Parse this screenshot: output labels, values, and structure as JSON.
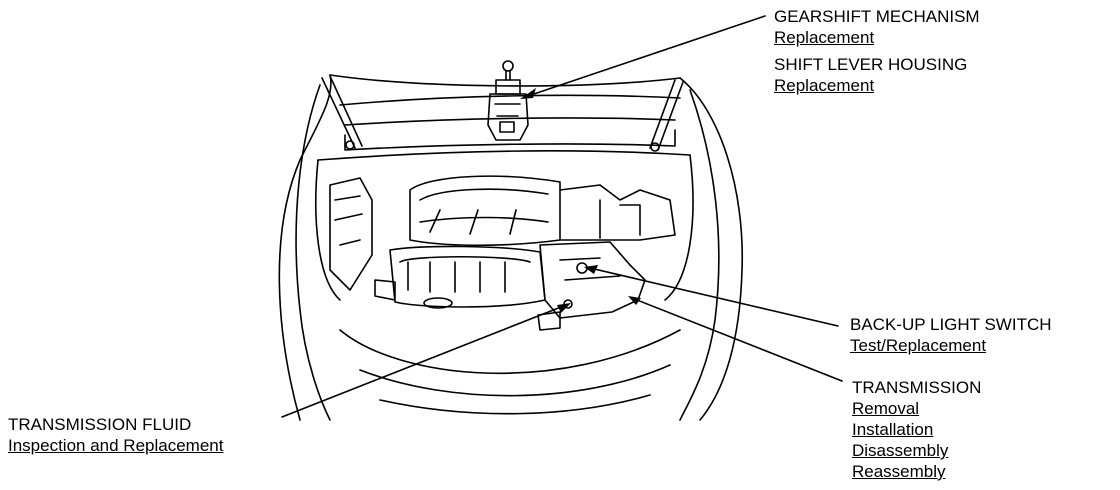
{
  "callouts": {
    "gearshift": {
      "title": "GEARSHIFT MECHANISM",
      "links": [
        "Replacement"
      ]
    },
    "shift_lever": {
      "title": "SHIFT LEVER HOUSING",
      "links": [
        "Replacement"
      ]
    },
    "backup_switch": {
      "title": "BACK-UP LIGHT SWITCH",
      "links": [
        "Test/Replacement"
      ]
    },
    "transmission": {
      "title": "TRANSMISSION",
      "links": [
        "Removal",
        "Installation",
        "Disassembly",
        "Reassembly"
      ]
    },
    "fluid": {
      "title": "TRANSMISSION FLUID",
      "links": [
        "Inspection and Replacement"
      ]
    }
  },
  "colors": {
    "ink": "#000000",
    "background": "#ffffff"
  }
}
